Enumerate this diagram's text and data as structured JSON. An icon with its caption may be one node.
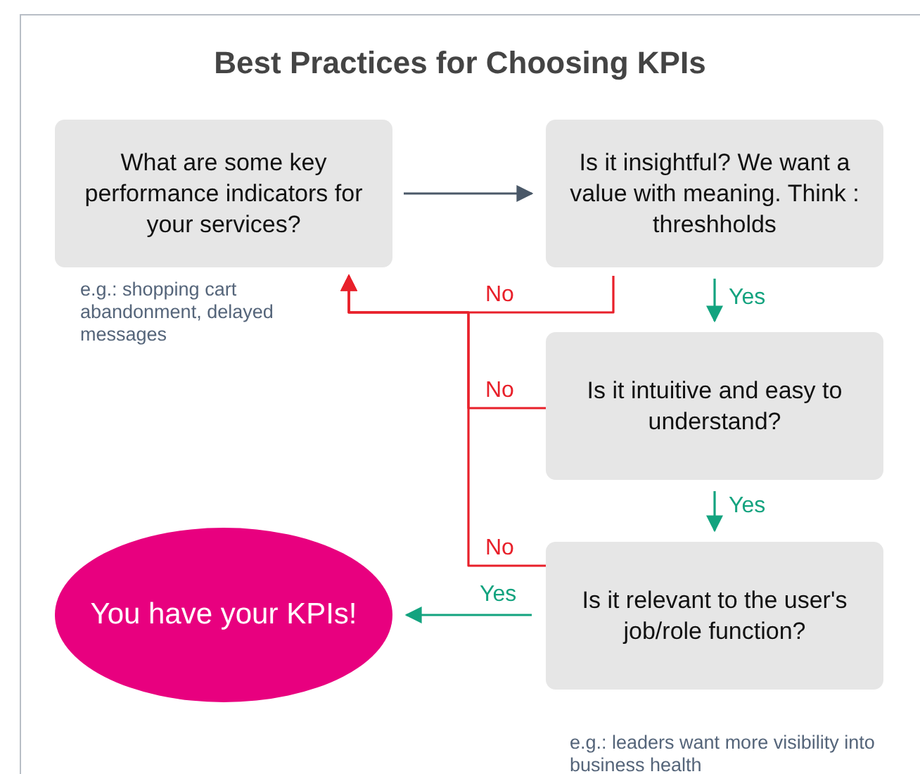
{
  "diagram": {
    "title": "Best Practices for Choosing KPIs",
    "nodes": [
      {
        "text": [
          "What are some key performance indicators for your services?"
        ],
        "beside": [
          "e.g.: shopping cart abandonment, delayed messages"
        ]
      },
      {
        "text": [
          "Is it insightful? We want a value with meaning. Think : threshholds"
        ]
      },
      {
        "text": [
          "Is it intuitive and easy to understand?"
        ]
      },
      {
        "text": [
          "Is it relevant to the user's job/role function?"
        ],
        "beside": [
          "e.g.: leaders want more visibility into business health"
        ]
      },
      {
        "text": [
          "You have your KPIs!"
        ]
      }
    ],
    "edges": [
      {
        "from": 0,
        "to": 1,
        "arrow": "to",
        "color": "#4a5868"
      },
      {
        "from": 1,
        "to": 2,
        "arrow": "to",
        "label": "Yes",
        "color": "#13a37f"
      },
      {
        "from": 2,
        "to": 3,
        "arrow": "to",
        "label": "Yes",
        "color": "#13a37f"
      },
      {
        "from": 3,
        "to": 4,
        "arrow": "to",
        "label": "Yes",
        "color": "#13a37f"
      },
      {
        "from": 1,
        "to": 0,
        "arrow": "to",
        "label": "No",
        "color": "#e8202a"
      },
      {
        "from": 2,
        "to": 0,
        "arrow": "to",
        "label": "No",
        "color": "#e8202a"
      },
      {
        "from": 3,
        "to": 0,
        "arrow": "to",
        "label": "No",
        "color": "#e8202a"
      }
    ]
  }
}
